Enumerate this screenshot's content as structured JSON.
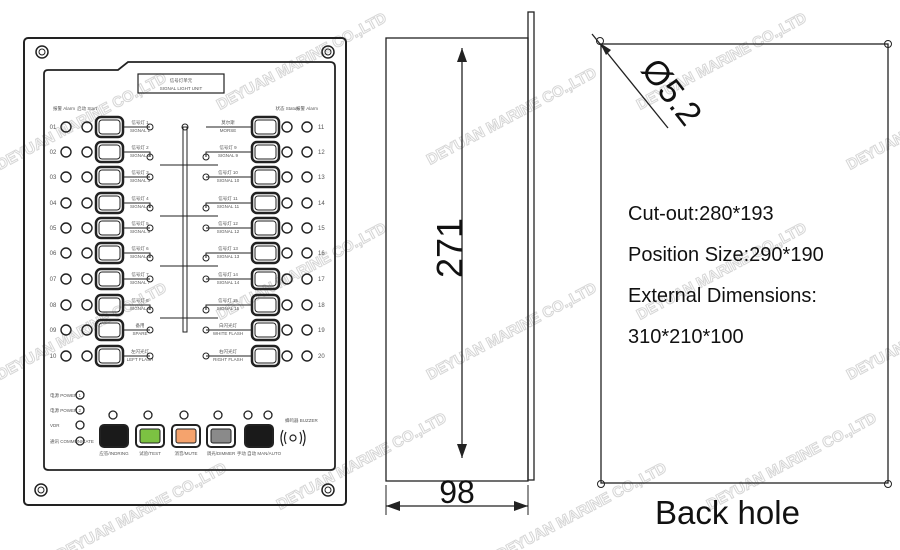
{
  "front_panel": {
    "title_cn": "信号灯单元",
    "title_en": "SIGNAL LIGHT UNIT",
    "col_headers": {
      "left1": "报警 Alarm",
      "left2": "启动 Start",
      "right1": "状态 Status",
      "right2": "报警 Alarm"
    },
    "left_rows": [
      {
        "num": "01",
        "label_cn": "信号灯 1",
        "label": "SIGNAL 1"
      },
      {
        "num": "02",
        "label_cn": "信号灯 2",
        "label": "SIGNAL 2"
      },
      {
        "num": "03",
        "label_cn": "信号灯 3",
        "label": "SIGNAL 3"
      },
      {
        "num": "04",
        "label_cn": "信号灯 4",
        "label": "SIGNAL 4"
      },
      {
        "num": "05",
        "label_cn": "信号灯 5",
        "label": "SIGNAL 5"
      },
      {
        "num": "06",
        "label_cn": "信号灯 6",
        "label": "SIGNAL 6"
      },
      {
        "num": "07",
        "label_cn": "信号灯 7",
        "label": "SIGNAL 7"
      },
      {
        "num": "08",
        "label_cn": "信号灯 8",
        "label": "SIGNAL 8"
      },
      {
        "num": "09",
        "label_cn": "备用",
        "label": "SPARE"
      },
      {
        "num": "10",
        "label_cn": "左闪光灯",
        "label": "LEFT FLASH"
      }
    ],
    "right_rows": [
      {
        "num": "11",
        "label_cn": "莫尔斯",
        "label": "MORSE"
      },
      {
        "num": "12",
        "label_cn": "信号灯 9",
        "label": "SIGNAL 9"
      },
      {
        "num": "13",
        "label_cn": "信号灯 10",
        "label": "SIGNAL 10"
      },
      {
        "num": "14",
        "label_cn": "信号灯 11",
        "label": "SIGNAL 11"
      },
      {
        "num": "15",
        "label_cn": "信号灯 12",
        "label": "SIGNAL 12"
      },
      {
        "num": "16",
        "label_cn": "信号灯 13",
        "label": "SIGNAL 13"
      },
      {
        "num": "17",
        "label_cn": "信号灯 14",
        "label": "SIGNAL 14"
      },
      {
        "num": "18",
        "label_cn": "信号灯 15",
        "label": "SIGNAL 15"
      },
      {
        "num": "19",
        "label_cn": "白闪光灯",
        "label": "WHITE FLASH"
      },
      {
        "num": "20",
        "label_cn": "右闪光灯",
        "label": "RIGHT FLASH"
      }
    ],
    "status_leds": [
      {
        "label": "电源 POWER 1"
      },
      {
        "label": "电源 POWER 2"
      },
      {
        "label": "VDR"
      },
      {
        "label": "通讯 COMMUNICATE"
      }
    ],
    "control_buttons": [
      {
        "label": "应答/INDRING",
        "color": "#1a1a1a"
      },
      {
        "label": "试验/TEST",
        "color": "#7cc242"
      },
      {
        "label": "消音/MUTE",
        "color": "#f5a36d"
      },
      {
        "label": "调光/DIMMER",
        "color": "#8a8a8a"
      },
      {
        "label": "手动 自动 MAN/AUTO",
        "color": "#1a1a1a"
      }
    ],
    "buzzer_label": "蜂鸣器 BUZZER"
  },
  "side_view": {
    "height_dim": "271",
    "depth_dim": "98"
  },
  "back_hole": {
    "hole_dim": "Ø5.2",
    "specs": [
      "Cut-out:280*193",
      "Position Size:290*190",
      "External Dimensions:",
      "310*210*100"
    ],
    "caption": "Back hole"
  },
  "watermark": "DEYUAN MARINE CO.,LTD"
}
